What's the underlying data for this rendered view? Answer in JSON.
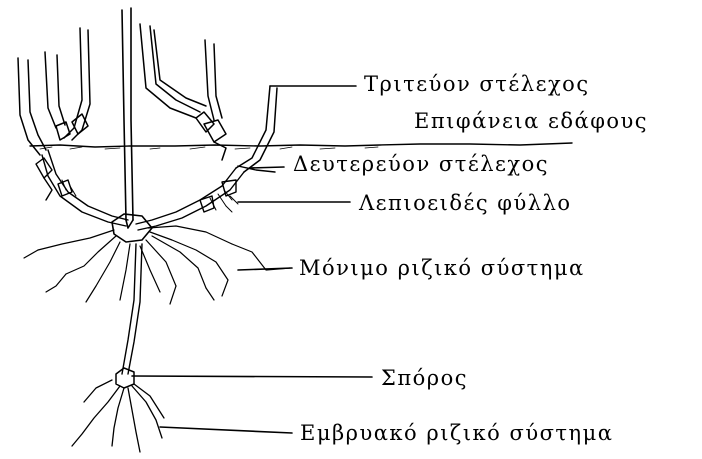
{
  "labels": {
    "tertiary_stem": "Τριτεύον στέλεχος",
    "soil_surface": "Επιφάνεια εδάφους",
    "secondary_stem": "Δευτερεύον στέλεχος",
    "scale_leaf": "Λεπιοειδές φύλλο",
    "permanent_root_system": "Μόνιμο ριζικό σύστημα",
    "seed": "Σπόρος",
    "embryonic_root_system": "Εμβρυακό ριζικό σύστημα"
  },
  "colors": {
    "ink": "#000000",
    "background": "#ffffff"
  }
}
